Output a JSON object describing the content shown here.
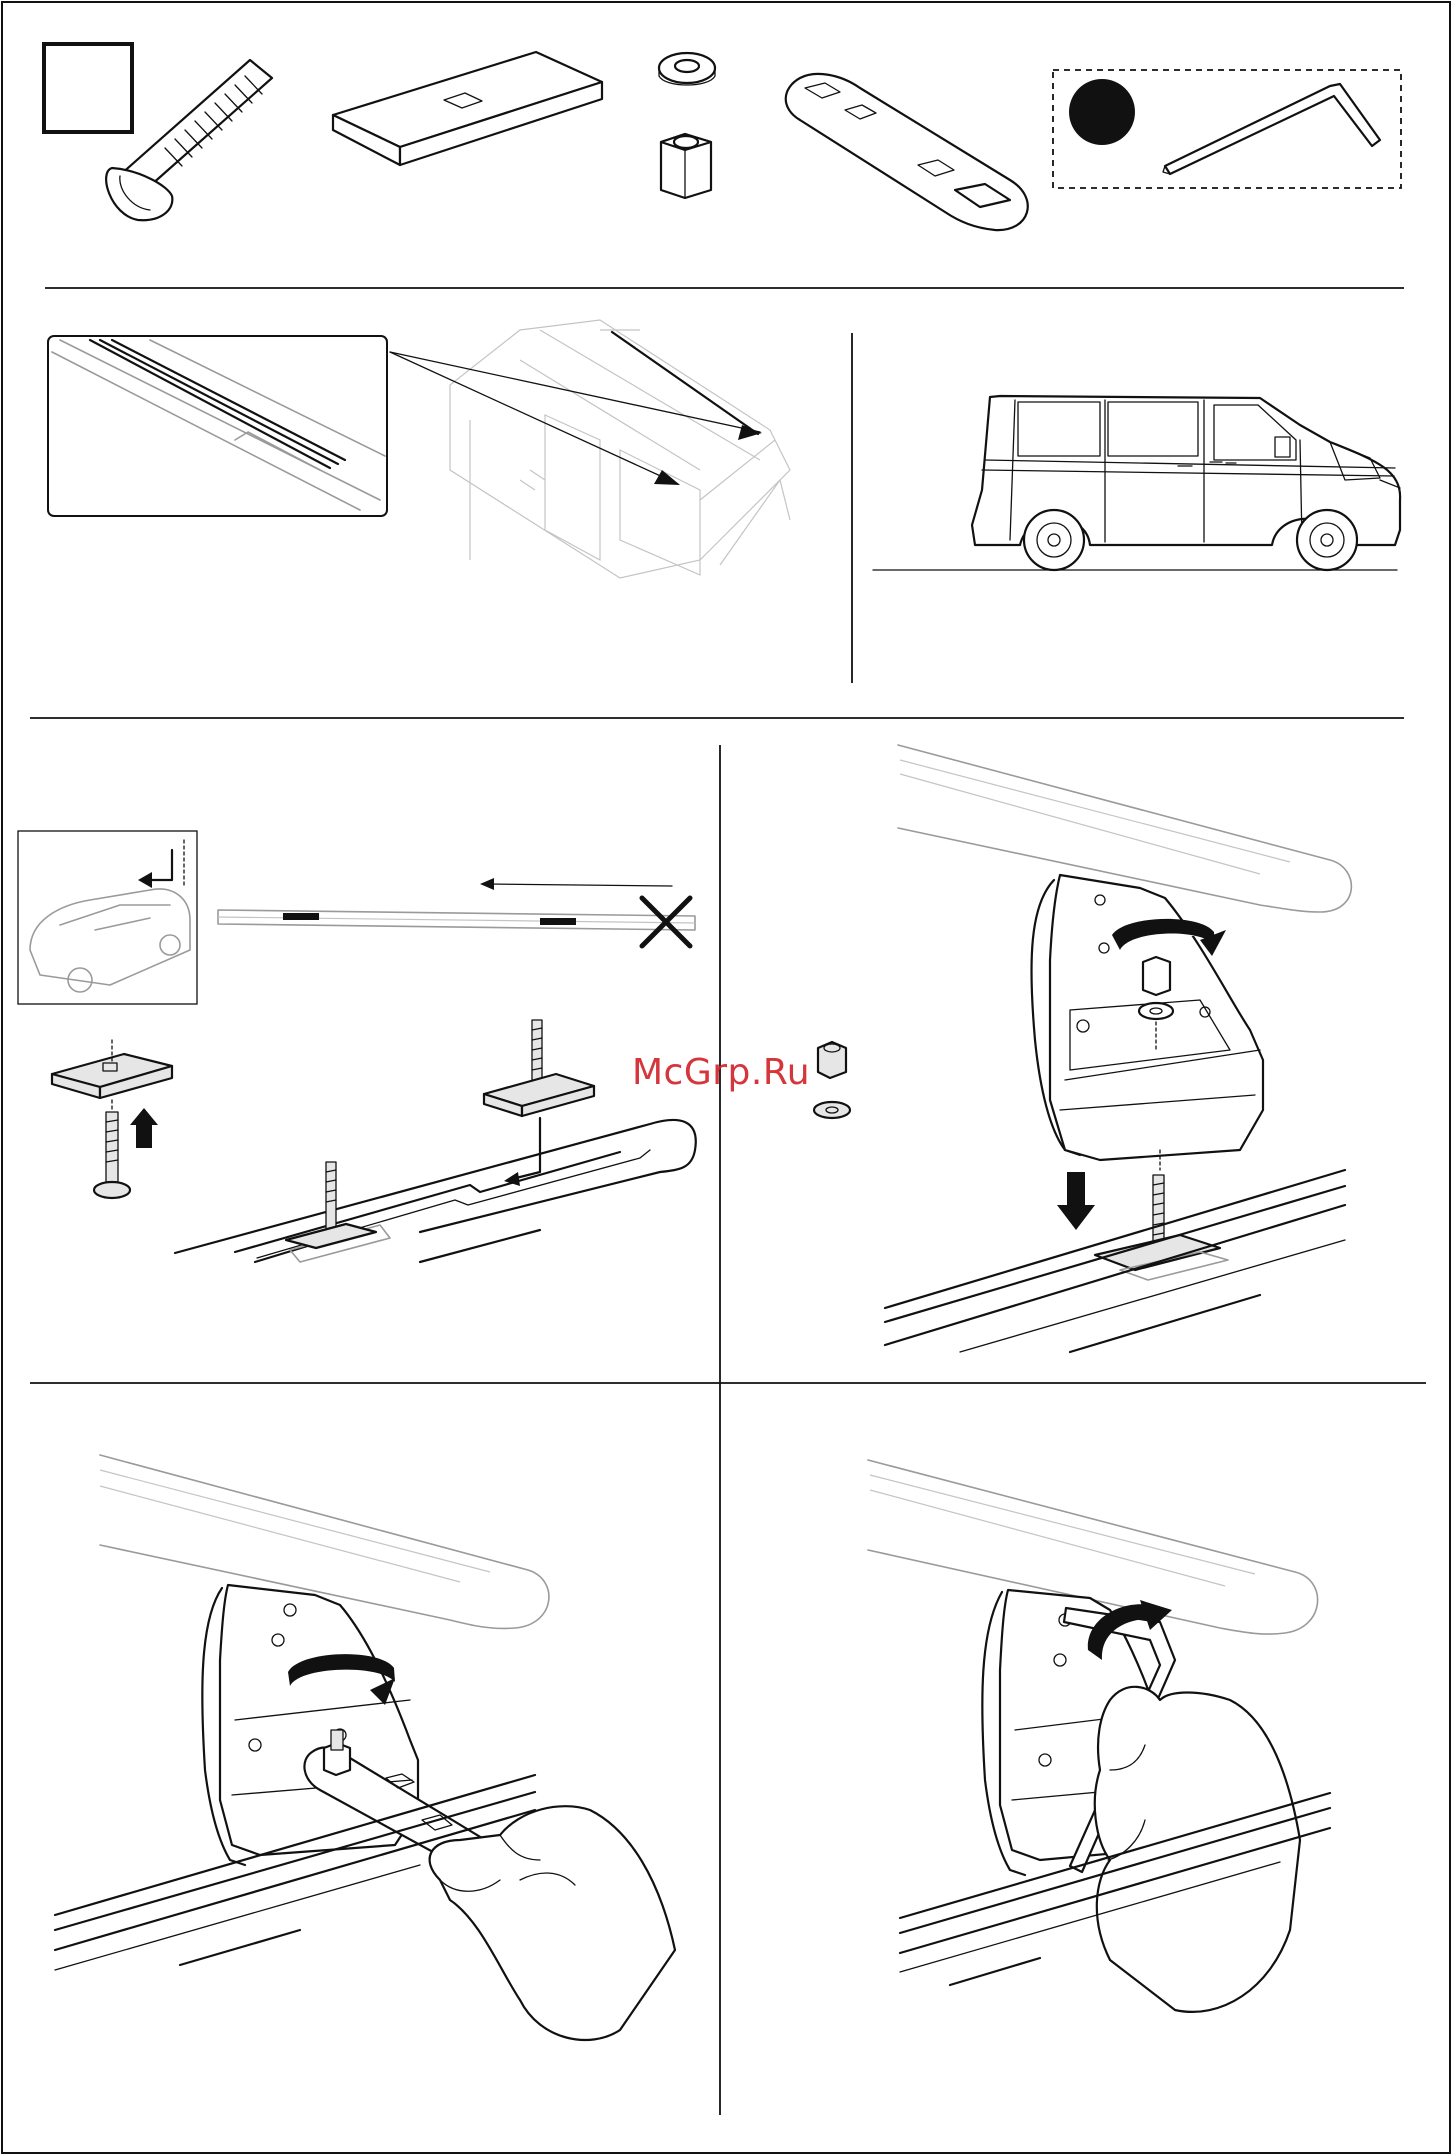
{
  "watermark": {
    "text": "McGrp.Ru",
    "color": "#d2252b"
  },
  "parts": [
    {
      "name": "carriage-bolt"
    },
    {
      "name": "t-plate"
    },
    {
      "name": "washer"
    },
    {
      "name": "hex-nut"
    },
    {
      "name": "spanner"
    },
    {
      "name": "hex-key"
    }
  ]
}
